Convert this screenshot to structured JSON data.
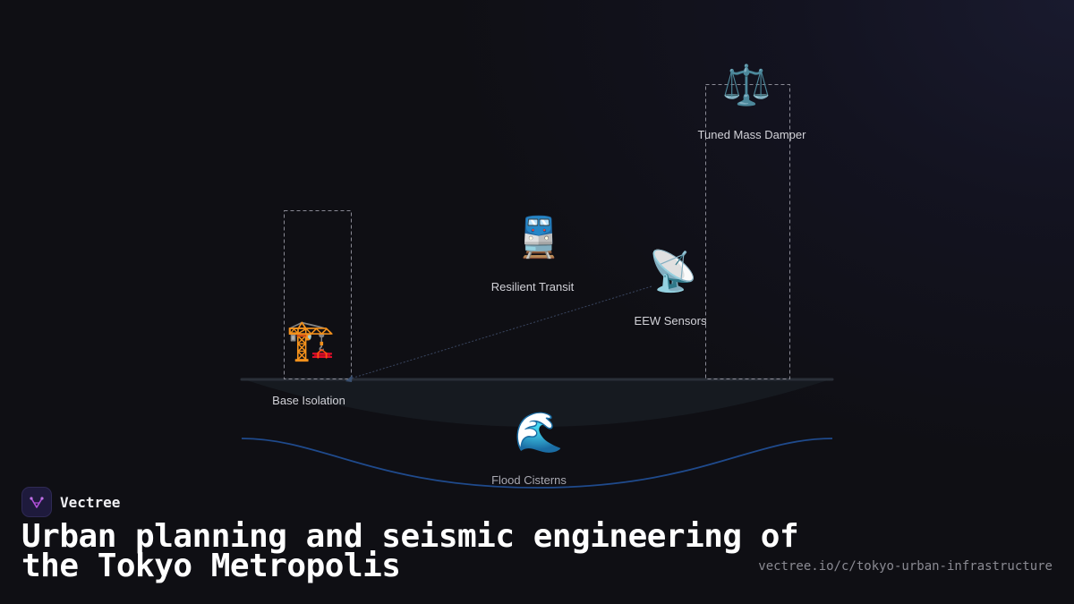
{
  "diagram": {
    "elements": [
      {
        "key": "tmd",
        "label": "Tuned Mass Damper",
        "icon": "⚖️",
        "icon_name": "balance-scale-icon"
      },
      {
        "key": "transit",
        "label": "Resilient Transit",
        "icon": "🚆",
        "icon_name": "train-icon"
      },
      {
        "key": "eew",
        "label": "EEW Sensors",
        "icon": "📡",
        "icon_name": "satellite-dish-icon"
      },
      {
        "key": "isolation",
        "label": "Base Isolation",
        "icon": "🏗️",
        "icon_name": "construction-crane-icon"
      },
      {
        "key": "flood",
        "label": "Flood Cisterns",
        "icon": "🌊",
        "icon_name": "water-wave-icon"
      }
    ],
    "colors": {
      "ground_line": "#2a2f38",
      "basin_fill": "#161a20",
      "water_line": "#1f4a8c",
      "dashed_outline": "#8a8a95",
      "connector": "#3a4660"
    }
  },
  "brand": {
    "name": "Vectree",
    "logo_color": "#b050d8"
  },
  "title": "Urban planning and seismic engineering of the Tokyo Metropolis",
  "url": "vectree.io/c/tokyo-urban-infrastructure"
}
